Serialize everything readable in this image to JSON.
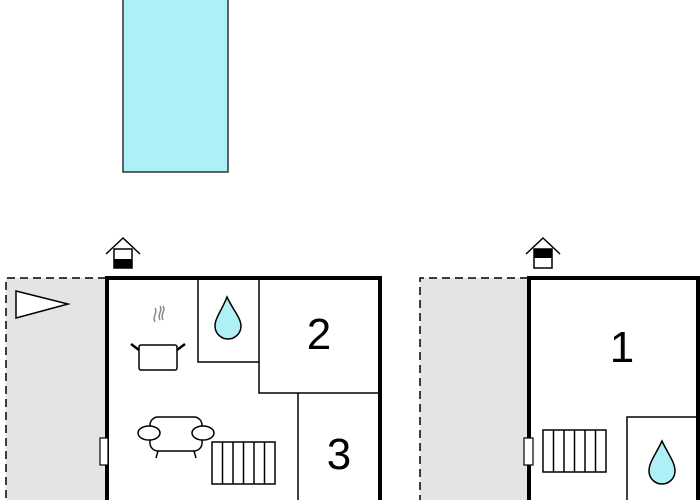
{
  "colors": {
    "pool": "#aef0f5",
    "water_drop": "#aef0f5",
    "outdoor_area": "#e4e4e4",
    "walls": "#000000"
  },
  "rooms": {
    "left_plan": {
      "bedroom_a": "2",
      "bedroom_b": "3"
    },
    "right_plan": {
      "bedroom": "1"
    }
  },
  "icons": [
    "entrance-icon",
    "terrace-flag-icon",
    "cooking-pot-icon",
    "water-drop-icon",
    "sofa-icon",
    "stairs-icon",
    "door-icon"
  ]
}
